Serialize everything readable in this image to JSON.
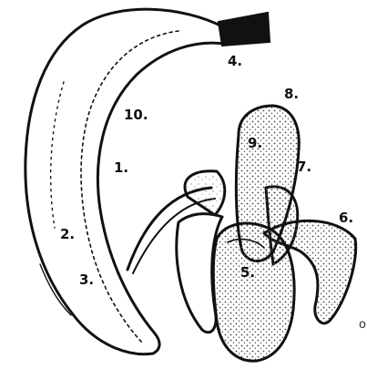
{
  "labels": {
    "l1": "1.",
    "l2": "2.",
    "l3": "3.",
    "l4": "4.",
    "l5": "5.",
    "l6": "6.",
    "l7": "7.",
    "l8": "8.",
    "l9": "9.",
    "l10": "10."
  },
  "edge_text": "o",
  "colors": {
    "ink": "#111111",
    "stipple": "#444444",
    "background": "#ffffff"
  }
}
